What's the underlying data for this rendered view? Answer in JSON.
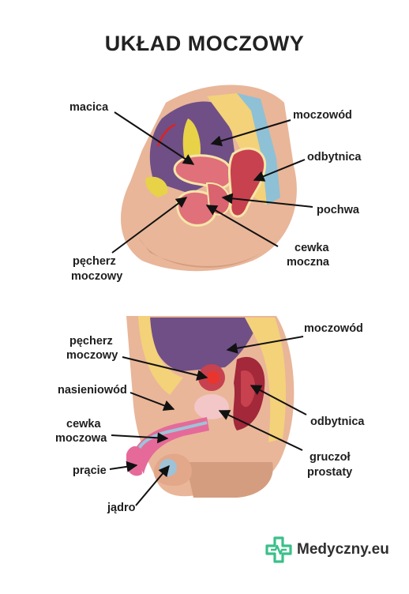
{
  "title": "UKŁAD MOCZOWY",
  "female": {
    "labels": {
      "macica": "macica",
      "moczowod": "moczowód",
      "odbytnica": "odbytnica",
      "pochwa": "pochwa",
      "cewka_1": "cewka",
      "cewka_2": "moczna",
      "pecherz_1": "pęcherz",
      "pecherz_2": "moczowy"
    }
  },
  "male": {
    "labels": {
      "pecherz_1": "pęcherz",
      "pecherz_2": "moczowy",
      "moczowod": "moczowód",
      "nasieniowod": "nasieniowód",
      "odbytnica": "odbytnica",
      "cewka_1": "cewka",
      "cewka_2": "moczowa",
      "gruczol_1": "gruczoł",
      "gruczol_2": "prostaty",
      "pracie": "prącie",
      "jadro": "jądro"
    }
  },
  "brand": {
    "name": "Medyczny.eu",
    "icon": "medical-cross-logo",
    "color": "#3bbf8a"
  },
  "colors": {
    "skin": "#e9b699",
    "organ": "#e0707a",
    "spine": "#f3d27a",
    "purple": "#6f4f86"
  }
}
